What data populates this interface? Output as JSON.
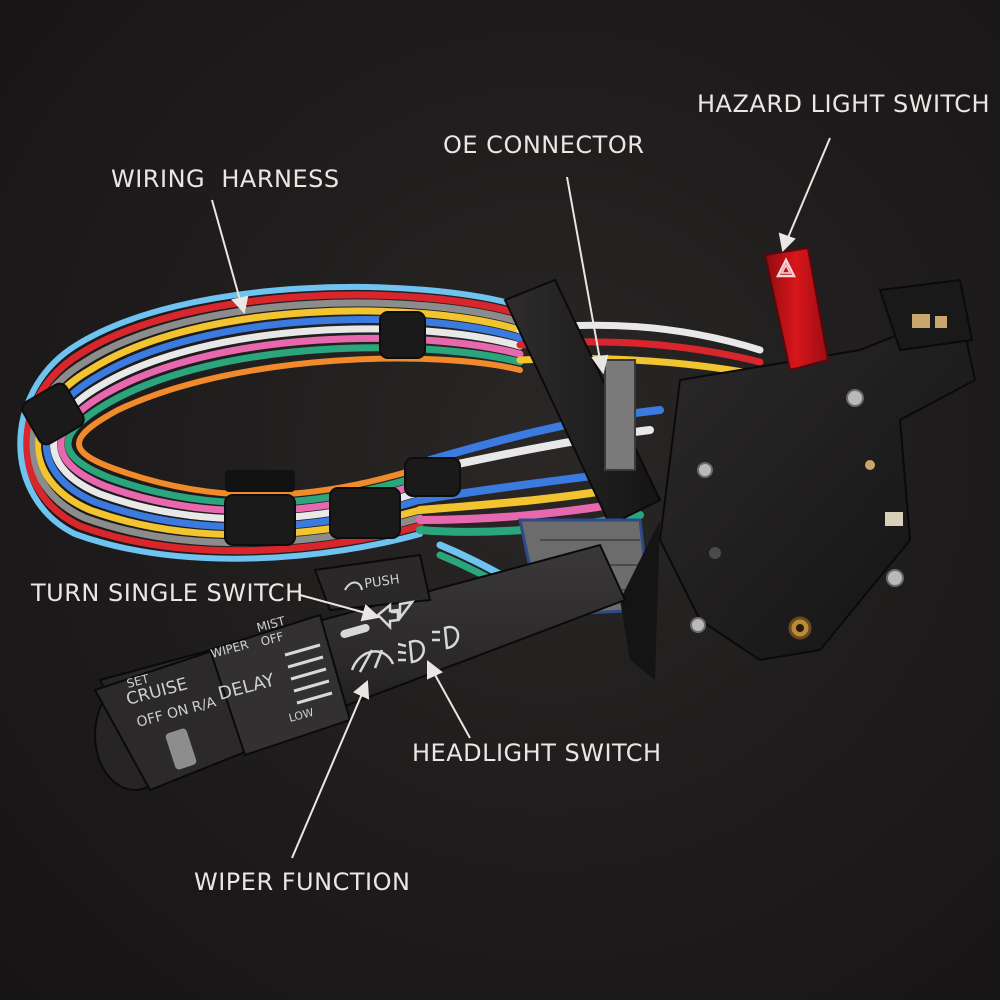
{
  "callouts": {
    "hazard": "HAZARD LIGHT SWITCH",
    "oe_connector": "OE CONNECTOR",
    "wiring_harness": "WIRING  HARNESS",
    "turn_switch": "TURN SINGLE SWITCH",
    "headlight_switch": "HEADLIGHT SWITCH",
    "wiper_function": "WIPER FUNCTION"
  },
  "lever": {
    "set": "SET",
    "cruise": "CRUISE",
    "off_on_ra": "OFF ON R/A",
    "wiper": "WIPER",
    "mist": "MIST",
    "off": "OFF",
    "delay": "DELAY",
    "low": "LOW",
    "push": "PUSH"
  },
  "colors": {
    "background": "#1c1a1a",
    "label_text": "#e9e6e3",
    "housing": "#1a1818",
    "hazard_button": "#c8141a"
  },
  "icons": {
    "hazard_symbol": "hazard-triangle-icon",
    "wiper_symbol": "wiper-icon",
    "headlight_low": "low-beam-icon",
    "headlight_high": "high-beam-icon",
    "turn_arrows": "turn-arrow-icon"
  }
}
